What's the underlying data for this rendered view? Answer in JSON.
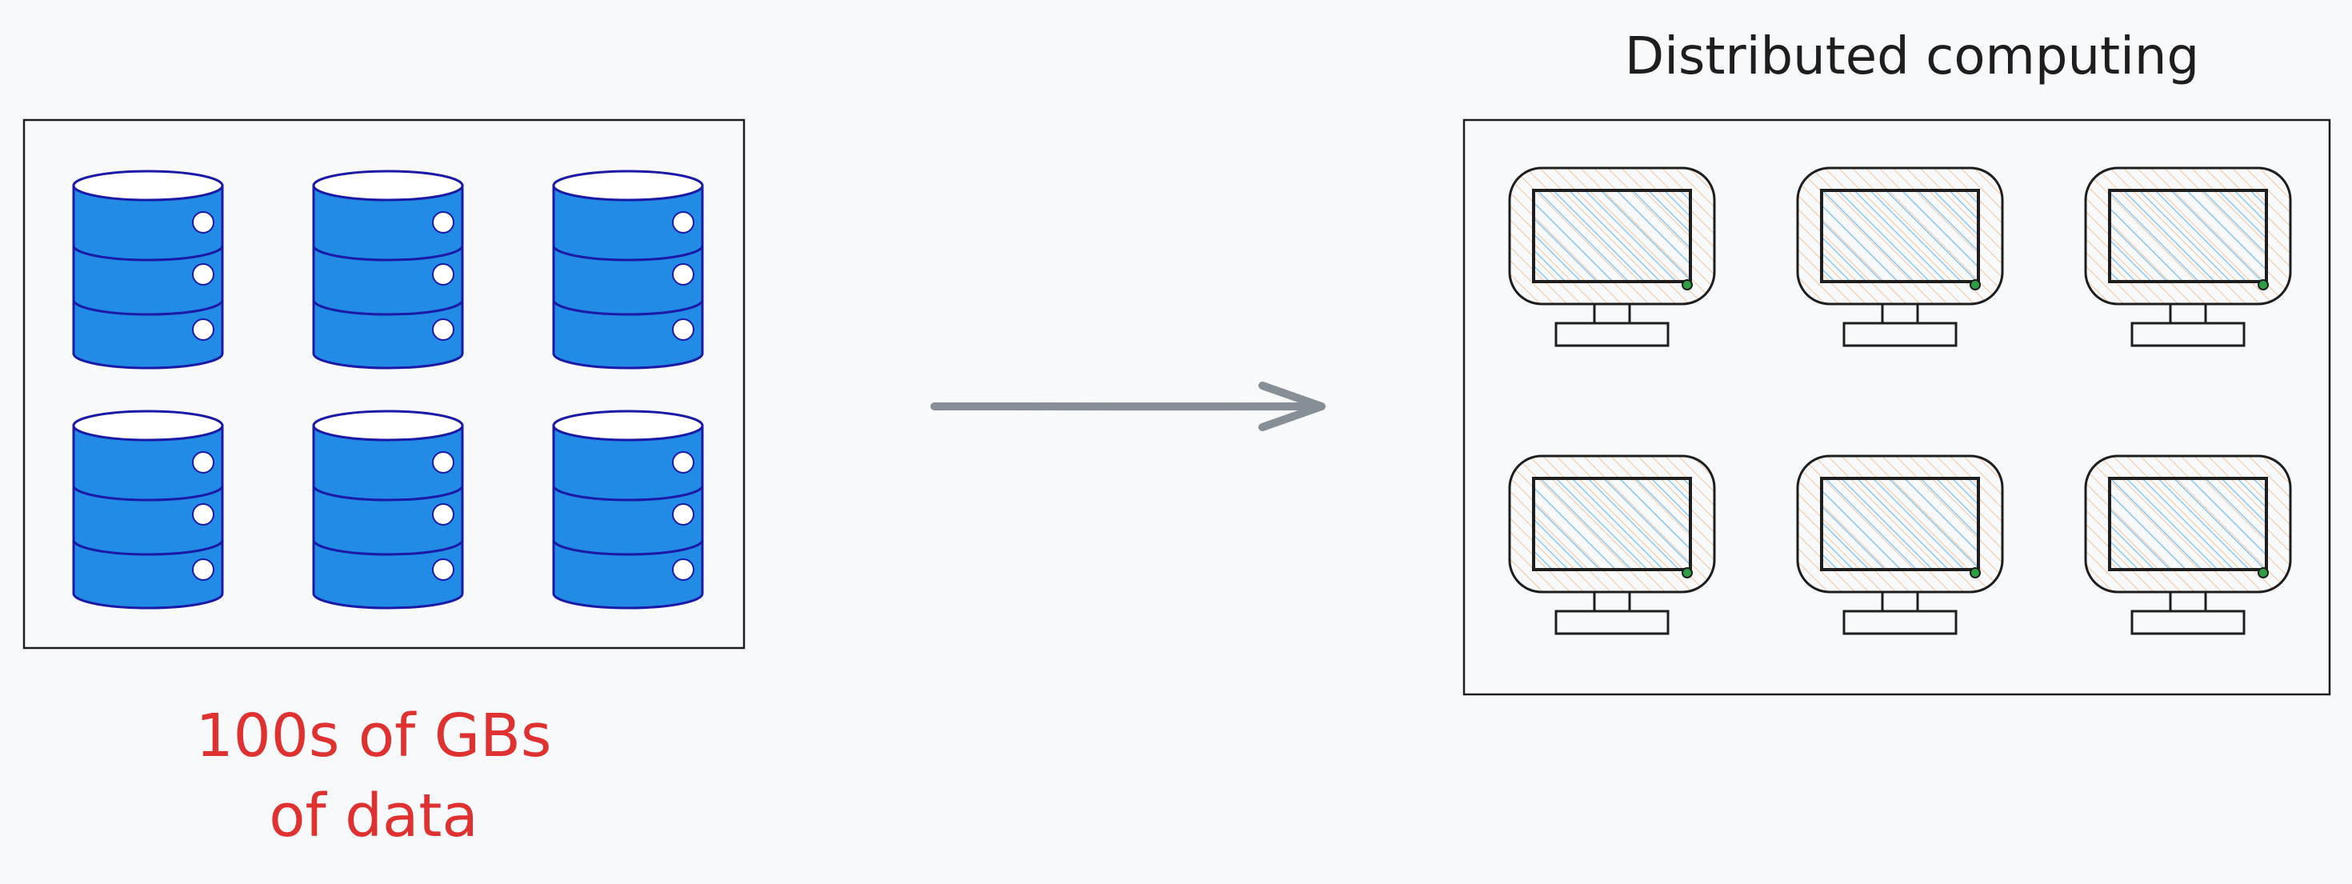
{
  "data_label": {
    "line1": "100s of GBs",
    "line2": "of data",
    "color": "#e03131"
  },
  "compute": {
    "title": "Distributed computing"
  },
  "colors": {
    "background": "#f8f9fb",
    "database_fill": "#228be6",
    "database_stroke": "#1a1aa6",
    "arrow": "#868e96",
    "screen_hatch": "#74c0fc",
    "frame_hatch": "#f4c59a",
    "power_led": "#2f9e44",
    "outline": "#1e1e1e"
  },
  "icons": {
    "database": "database-icon",
    "computer": "monitor-icon",
    "arrow": "arrow-right-icon"
  }
}
